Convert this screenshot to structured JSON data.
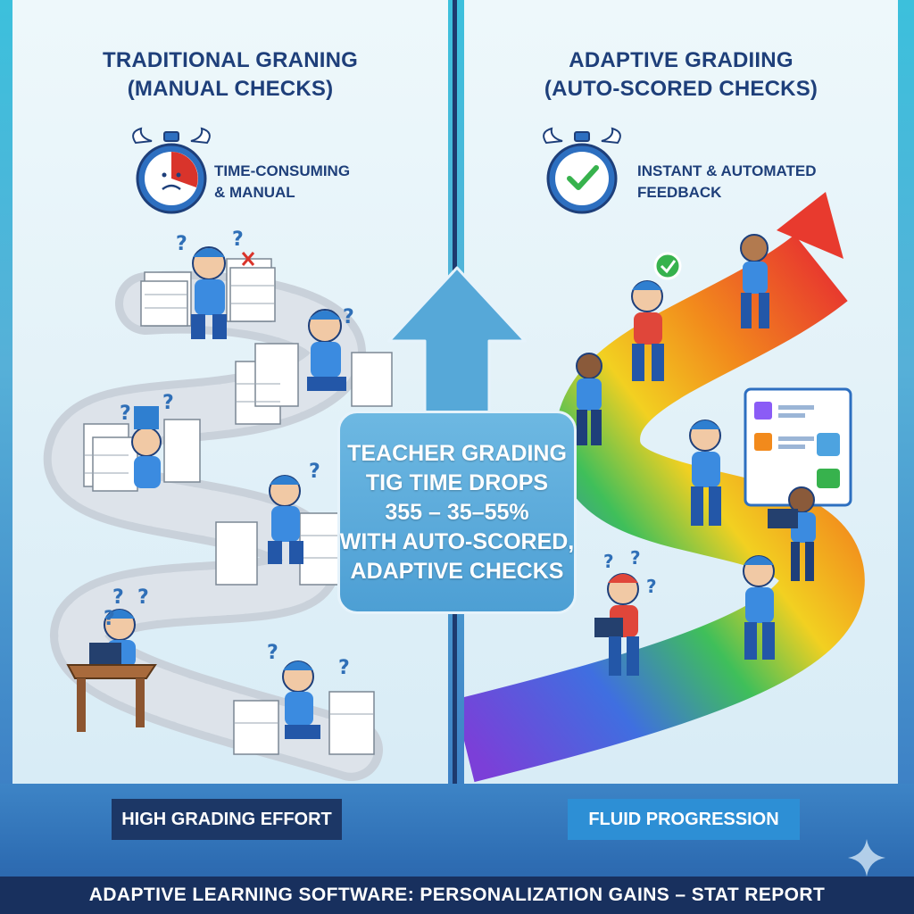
{
  "left_panel": {
    "title_line1": "TRADITIONAL GRANING",
    "title_line2": "(MANUAL CHECKS)",
    "clock_note_line1": "TIME-CONSUMING",
    "clock_note_line2": "& MANUAL",
    "label": "HIGH GRADING EFFORT",
    "clock_icon": "sad-stopwatch-icon",
    "accent_color": "#d9342b"
  },
  "right_panel": {
    "title_line1": "ADAPTIVE GRADIING",
    "title_line2": "(AUTO-SCORED CHECKS)",
    "clock_note_line1": "INSTANT & AUTOMATED",
    "clock_note_line2": "FEEDBACK",
    "label": "FLUID PROGRESSION",
    "clock_icon": "check-stopwatch-icon",
    "accent_color": "#37b24d"
  },
  "center_stat": {
    "line1": "TEACHER GRADING",
    "line2": "TIG TIME DROPS",
    "line3": "355 – 35–55%",
    "line4": "WITH AUTO-SCORED,",
    "line5": "ADAPTIVE CHECKS"
  },
  "footer": {
    "text": "ADAPTIVE LEARNING SOFTWARE: PERSONALIZATION GAINS – STAT REPORT"
  },
  "colors": {
    "title_navy": "#1e3f7a",
    "footer_navy": "#18305e",
    "label_dark": "#1c3766",
    "label_blue": "#2d8fd5",
    "arrow_blue": "#56a8d8"
  }
}
